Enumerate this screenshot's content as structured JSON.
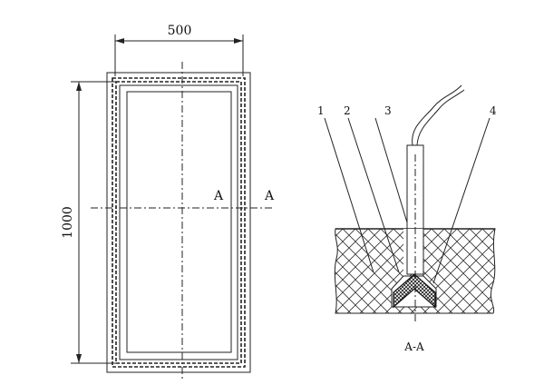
{
  "drawing": {
    "plan_view": {
      "width_dim": "500",
      "height_dim": "1000",
      "section_mark_left": "A",
      "section_mark_right": "A"
    },
    "section_view": {
      "title": "A-A",
      "callouts": [
        "1",
        "2",
        "3",
        "4"
      ]
    }
  }
}
